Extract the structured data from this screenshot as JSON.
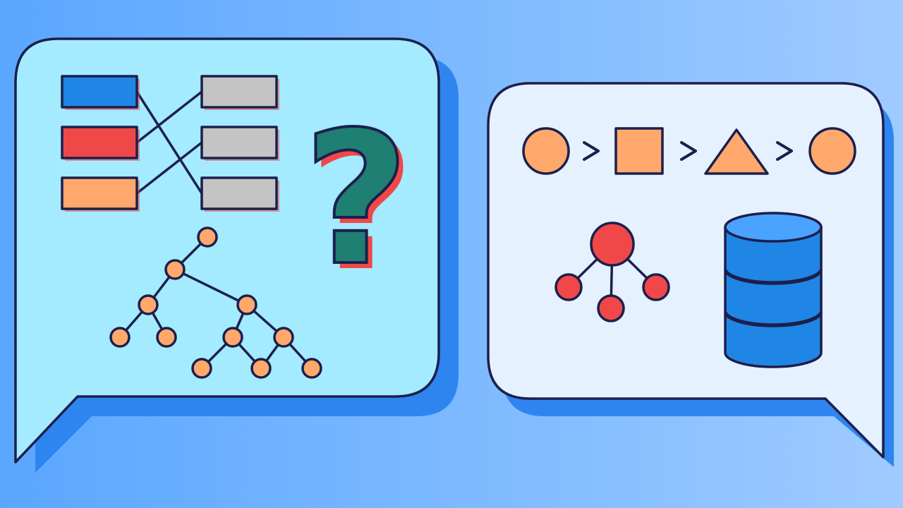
{
  "palette": {
    "bg_left": "#5aa7ff",
    "bg_right": "#9fcbff",
    "left_bubble_fill": "#a4ebff",
    "right_bubble_fill": "#e5f1ff",
    "bubble_shadow": "#2f85f0",
    "outline": "#1c1f4d",
    "blue_box": "#1f86e6",
    "red": "#f04848",
    "orange": "#ffa86c",
    "gray": "#c4c4c4",
    "teal": "#1e7f72",
    "db_blue": "#1f86e6",
    "db_light": "#4aa3ff"
  },
  "left_panel": {
    "question_mark": "?",
    "left_boxes": [
      "blue_box",
      "red",
      "orange"
    ],
    "right_boxes": [
      "gray",
      "gray",
      "gray"
    ],
    "mapping": [
      2,
      0,
      1
    ]
  },
  "right_panel": {
    "sequence": [
      "circle",
      "square",
      "triangle",
      "circle"
    ],
    "shape_color": "orange",
    "node_color": "red",
    "database_segments": 3
  },
  "icons": [
    "mapping-diagram-icon",
    "binary-tree-icon",
    "question-mark-icon",
    "shape-sequence-icon",
    "network-node-icon",
    "database-icon"
  ]
}
